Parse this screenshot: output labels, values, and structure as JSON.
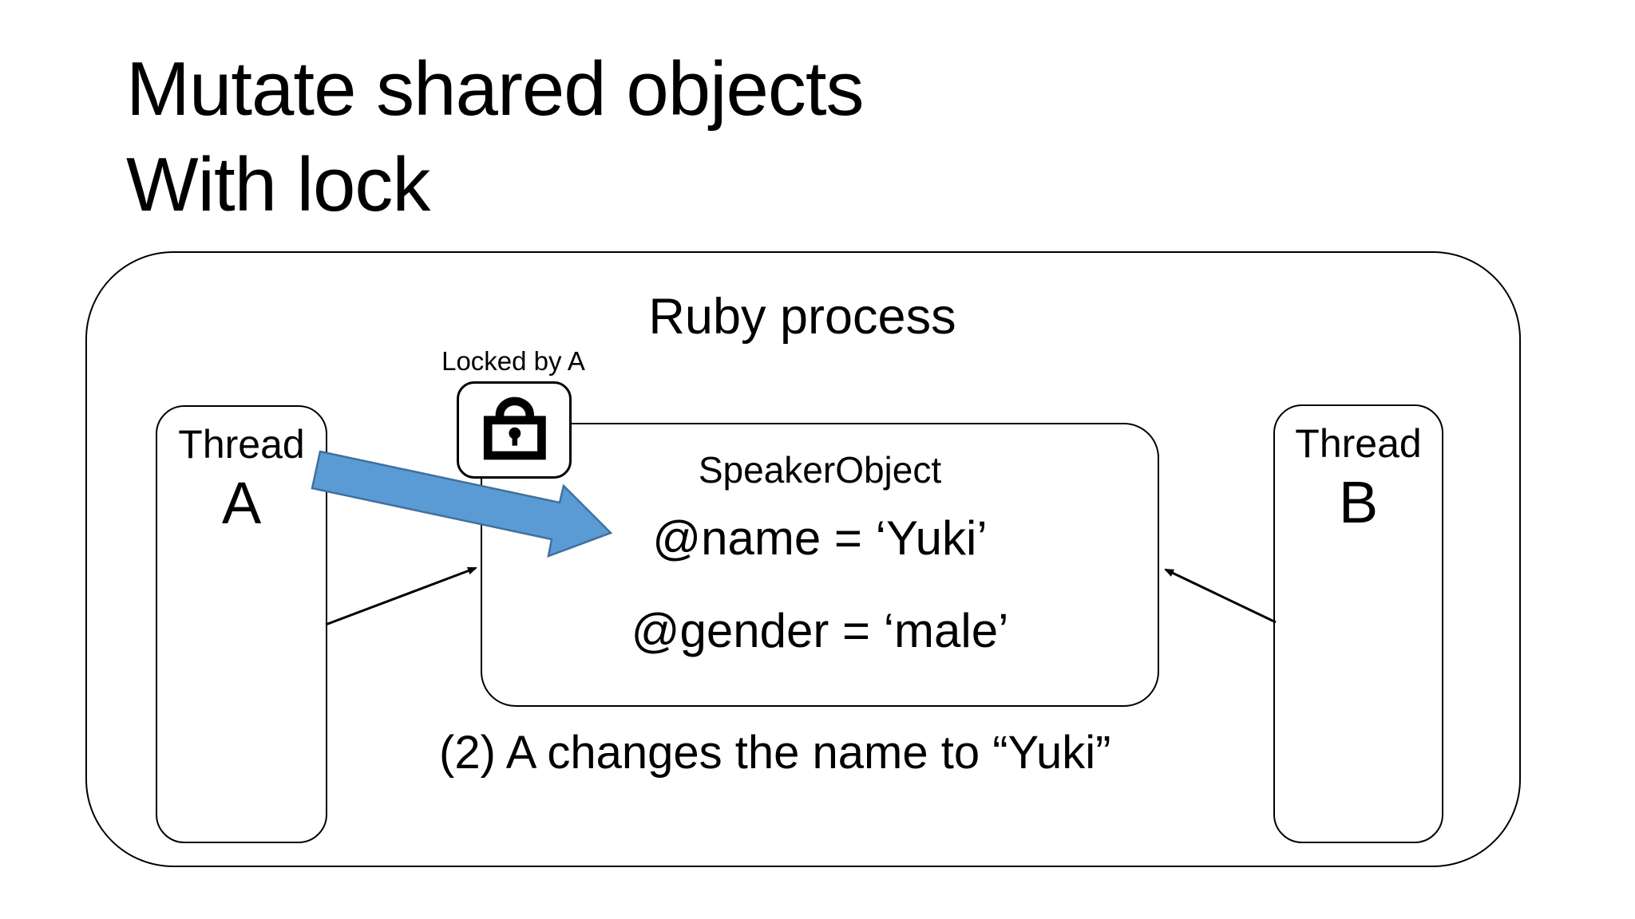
{
  "title": {
    "line1": "Mutate shared objects",
    "line2": "With lock"
  },
  "process": {
    "label": "Ruby process"
  },
  "lock": {
    "label": "Locked by A",
    "icon": "lock-icon"
  },
  "speaker_object": {
    "title": "SpeakerObject",
    "attributes": [
      "@name = ‘Yuki’",
      "@gender = ‘male’"
    ]
  },
  "threads": [
    {
      "label": "Thread",
      "name": "A"
    },
    {
      "label": "Thread",
      "name": "B"
    }
  ],
  "caption": "(2) A changes the name to “Yuki”",
  "colors": {
    "arrow_fill": "#5B9BD5",
    "arrow_stroke": "#41719C",
    "line": "#000000",
    "background": "#FFFFFF"
  }
}
